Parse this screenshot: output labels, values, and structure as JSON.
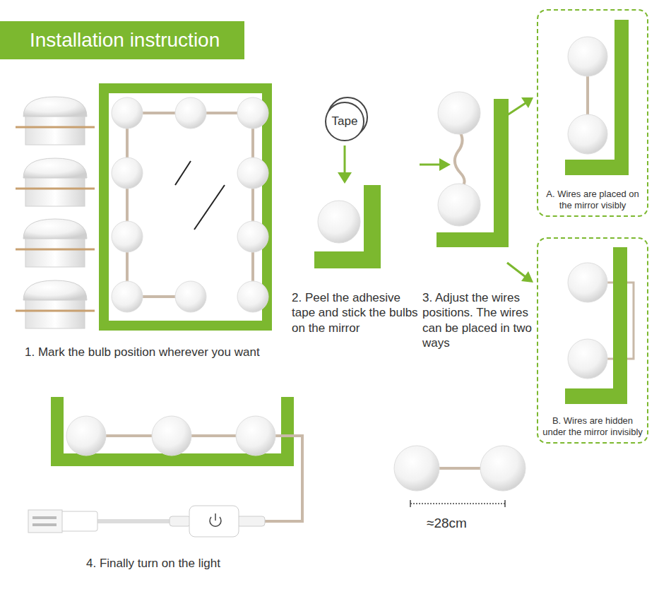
{
  "diagram": {
    "title": "Installation instruction",
    "nodes": [
      {
        "text": [
          "Tape"
        ]
      },
      {
        "text": [
          "A. Wires are placed on the mirror visibly"
        ]
      },
      {
        "text": [
          "B. Wires are hidden under the mirror invisibly"
        ]
      }
    ],
    "labels": [
      "1. Mark the bulb position wherever you want",
      "2. Peel the adhesive tape and stick the bulbs on the mirror",
      "3. Adjust the wires positions. The wires can be placed in two ways",
      "4. Finally turn on the light",
      "≈28cm"
    ]
  }
}
